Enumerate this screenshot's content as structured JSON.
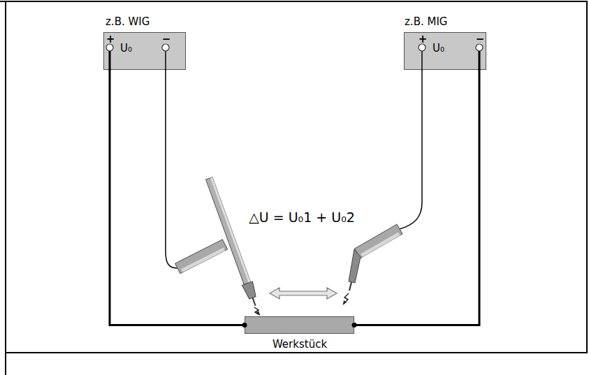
{
  "diagram": {
    "nodes": [
      {
        "text": [
          "z.B. WIG",
          "+",
          "U₀",
          "−"
        ]
      },
      {
        "text": [
          "z.B. MIG",
          "+",
          "U₀",
          "−"
        ]
      },
      {
        "text": [
          "Werkstück"
        ]
      }
    ],
    "edges": [
      {
        "from": 0,
        "to": 2,
        "arrow": "none"
      },
      {
        "from": 1,
        "to": 2,
        "arrow": "none"
      }
    ],
    "labels": [
      "△U = U₀1 + U₀2"
    ]
  }
}
